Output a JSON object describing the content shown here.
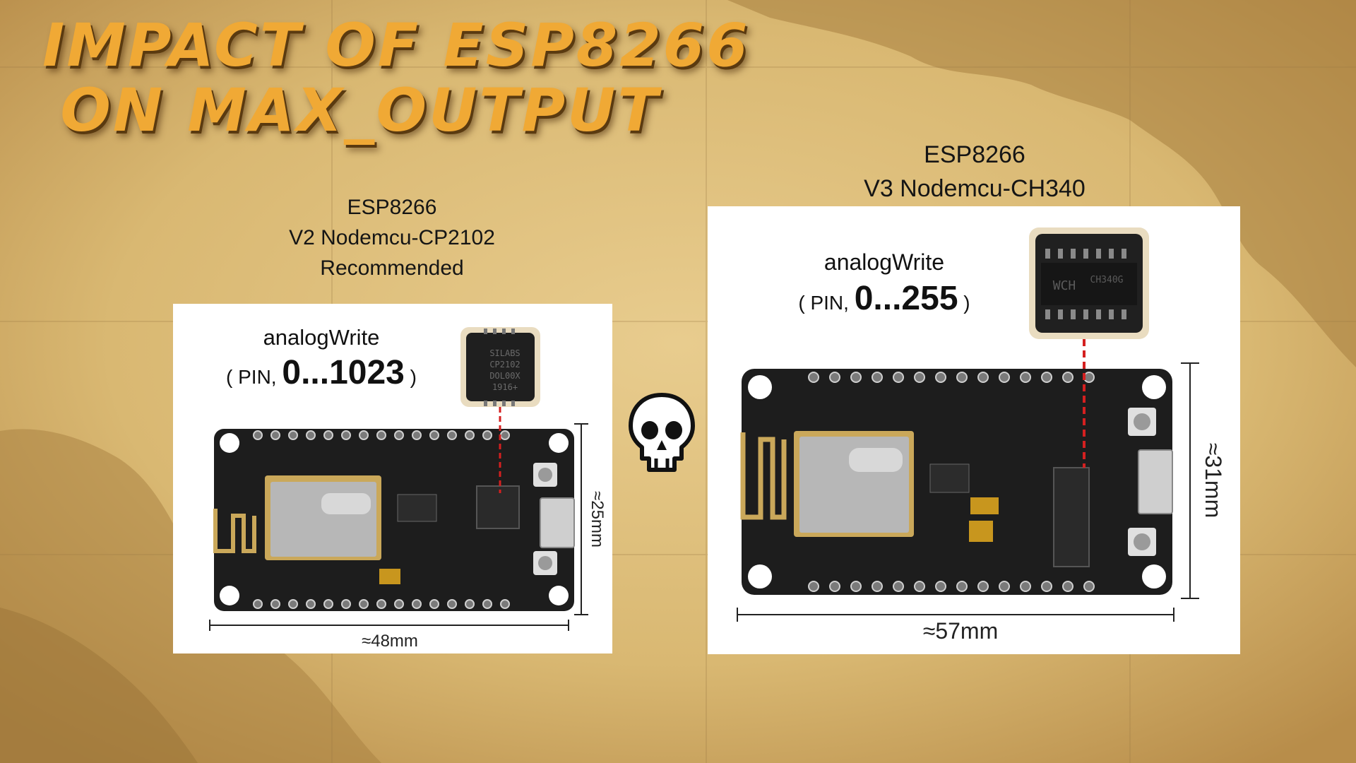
{
  "slide": {
    "title_line1": "IMPACT OF ESP8266",
    "title_line2": "ON MAX_OUTPUT"
  },
  "left_board": {
    "caption_line1": "ESP8266",
    "caption_line2": "V2 Nodemcu-CP2102",
    "caption_line3": "Recommended",
    "function_name": "analogWrite",
    "call_prefix": "( PIN, ",
    "range": "0...1023",
    "call_suffix": " )",
    "chip_text": [
      "SILABS",
      "CP2102",
      "DOL00X",
      "1916+"
    ],
    "width_label": "≈48mm",
    "height_label": "≈25mm"
  },
  "right_board": {
    "caption_line1": "ESP8266",
    "caption_line2": "V3 Nodemcu-CH340",
    "function_name": "analogWrite",
    "call_prefix": "( PIN, ",
    "range": "0...255",
    "call_suffix": " )",
    "chip_text": [
      "WCH",
      "CH340G"
    ],
    "width_label": "≈57mm",
    "height_label": "≈31mm"
  },
  "skull_icon": "skull-icon",
  "colors": {
    "title": "#f0a935",
    "parchment": "#d9b872",
    "board": "#1d1d1d",
    "marker": "#d42020"
  }
}
